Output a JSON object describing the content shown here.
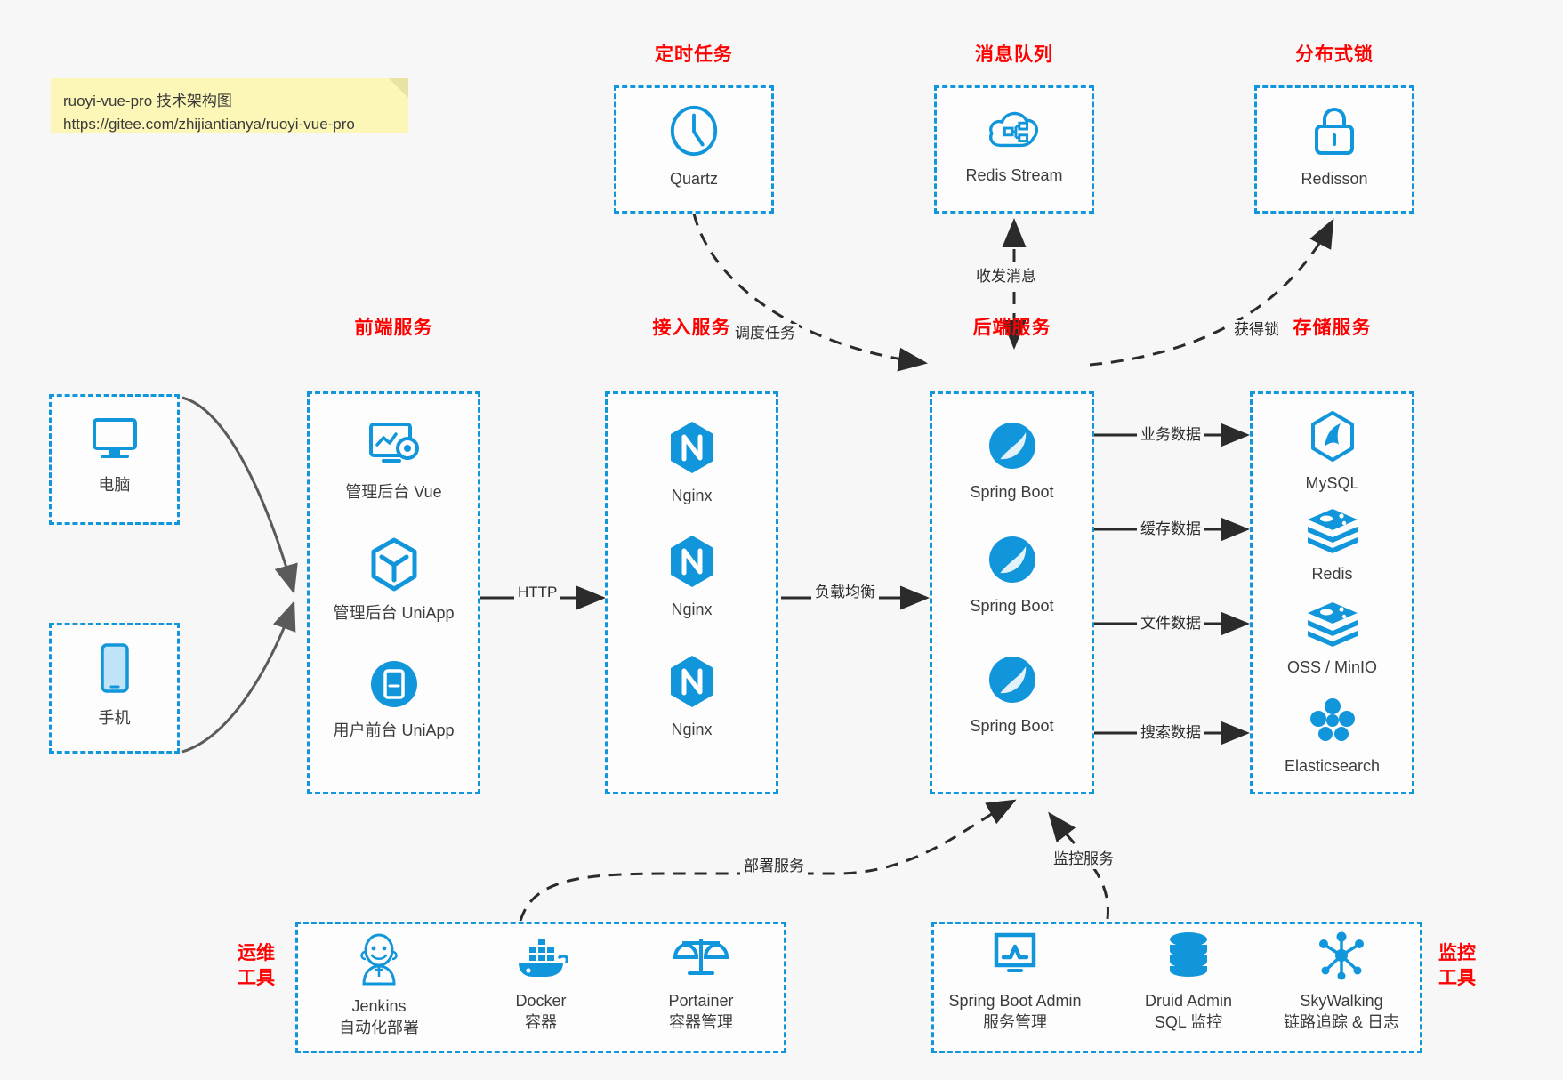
{
  "note": {
    "line1": "ruoyi-vue-pro 技术架构图",
    "line2": "https://gitee.com/zhijiantianya/ruoyi-vue-pro"
  },
  "colors": {
    "accent_blue": "#1296db",
    "title_red": "#ff0000",
    "page_bg": "#f7f7f7",
    "box_bg": "#fdfdfd",
    "arrow_solid": "#2b2b2b",
    "arrow_curve": "#5a5a5a",
    "note_bg": "#fcf7b6"
  },
  "groups": {
    "scheduler": {
      "title": "定时任务"
    },
    "mq": {
      "title": "消息队列"
    },
    "lock": {
      "title": "分布式锁"
    },
    "frontend": {
      "title": "前端服务"
    },
    "gateway": {
      "title": "接入服务"
    },
    "backend": {
      "title": "后端服务"
    },
    "storage": {
      "title": "存储服务"
    },
    "devops": {
      "title_line1": "运维",
      "title_line2": "工具"
    },
    "monitor": {
      "title_line1": "监控",
      "title_line2": "工具"
    }
  },
  "clients": [
    {
      "label": "电脑",
      "icon": "desktop-computer-icon"
    },
    {
      "label": "手机",
      "icon": "mobile-phone-icon"
    }
  ],
  "scheduler_nodes": [
    {
      "label": "Quartz",
      "icon": "clock-icon"
    }
  ],
  "mq_nodes": [
    {
      "label": "Redis Stream",
      "icon": "cloud-network-icon"
    }
  ],
  "lock_nodes": [
    {
      "label": "Redisson",
      "icon": "padlock-icon"
    }
  ],
  "frontend_nodes": [
    {
      "label": "管理后台 Vue",
      "icon": "dashboard-settings-icon"
    },
    {
      "label": "管理后台 UniApp",
      "icon": "hexagon-cube-icon"
    },
    {
      "label": "用户前台 UniApp",
      "icon": "app-circle-icon"
    }
  ],
  "gateway_nodes": [
    {
      "label": "Nginx",
      "icon": "nginx-icon"
    },
    {
      "label": "Nginx",
      "icon": "nginx-icon"
    },
    {
      "label": "Nginx",
      "icon": "nginx-icon"
    }
  ],
  "backend_nodes": [
    {
      "label": "Spring Boot",
      "icon": "spring-boot-icon"
    },
    {
      "label": "Spring Boot",
      "icon": "spring-boot-icon"
    },
    {
      "label": "Spring Boot",
      "icon": "spring-boot-icon"
    }
  ],
  "storage_nodes": [
    {
      "label": "MySQL",
      "icon": "mysql-icon"
    },
    {
      "label": "Redis",
      "icon": "redis-stack-icon"
    },
    {
      "label": "OSS / MinIO",
      "icon": "redis-stack-icon"
    },
    {
      "label": "Elasticsearch",
      "icon": "elasticsearch-icon"
    }
  ],
  "devops_nodes": [
    {
      "label": "Jenkins",
      "sub": "自动化部署",
      "icon": "jenkins-butler-icon"
    },
    {
      "label": "Docker",
      "sub": "容器",
      "icon": "docker-whale-icon"
    },
    {
      "label": "Portainer",
      "sub": "容器管理",
      "icon": "scales-balance-icon"
    }
  ],
  "monitor_nodes": [
    {
      "label": "Spring Boot Admin",
      "sub": "服务管理",
      "icon": "monitor-chart-icon"
    },
    {
      "label": "Druid Admin",
      "sub": "SQL 监控",
      "icon": "database-cylinder-icon"
    },
    {
      "label": "SkyWalking",
      "sub": "链路追踪 & 日志",
      "icon": "network-nodes-icon"
    }
  ],
  "edges": {
    "schedule_task": "调度任务",
    "send_receive_message": "收发消息",
    "acquire_lock": "获得锁",
    "http": "HTTP",
    "load_balance": "负载均衡",
    "business_data": "业务数据",
    "cache_data": "缓存数据",
    "file_data": "文件数据",
    "search_data": "搜索数据",
    "deploy_service": "部署服务",
    "monitor_service": "监控服务"
  }
}
